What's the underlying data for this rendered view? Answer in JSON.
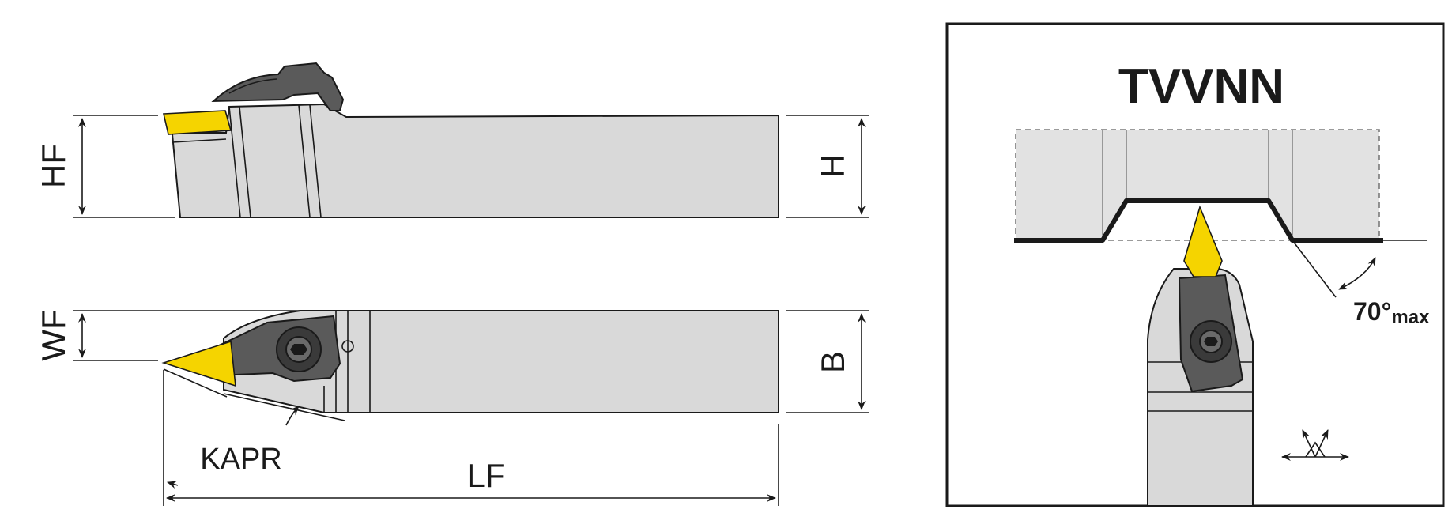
{
  "colors": {
    "body": "#d9d9d9",
    "clamp": "#5a5a5a",
    "insert": "#f5d400",
    "line": "#1a1a1a",
    "background": "#ffffff"
  },
  "icons": [
    "screw-icon",
    "feed-direction-icon"
  ],
  "side_view": {
    "labels": {
      "hf": "HF",
      "h": "H",
      "wf": "WF",
      "b": "B",
      "kapr": "KAPR",
      "lf": "LF"
    }
  },
  "detail_view": {
    "title": "TVVNN",
    "angle_value": "70°",
    "angle_suffix": "max"
  }
}
